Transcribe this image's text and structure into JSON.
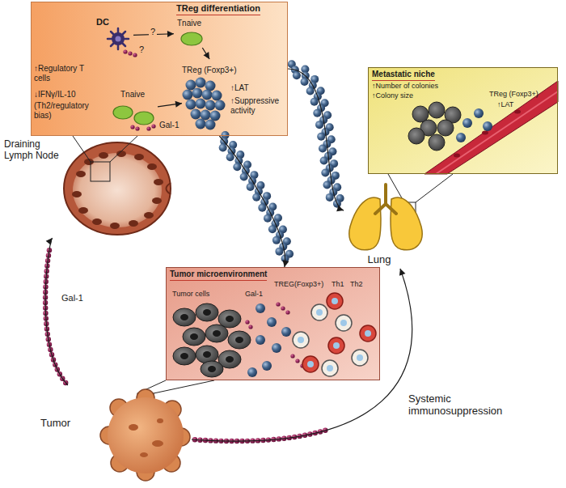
{
  "diagram": {
    "nodes": [
      {
        "text": [
          "TReg differentiation",
          "↑Regulatory T cells",
          "↓IFNγ/IL-10",
          "(Th2/regulatory bias)"
        ]
      },
      {
        "text": [
          "DC"
        ],
        "in": 0
      },
      {
        "text": [
          "Tnaive"
        ],
        "in": 0
      },
      {
        "text": [
          "TReg (Foxp3+)",
          "↑LAT",
          "↑Suppressive activity"
        ],
        "in": 0
      },
      {
        "text": [
          "Tnaive"
        ],
        "in": 0
      },
      {
        "text": [
          "Draining Lymph Node"
        ]
      },
      {
        "text": [
          "Lung"
        ]
      },
      {
        "text": [
          "Metastatic niche",
          "↑Number of colonies",
          "↑Colony size",
          "TReg (Foxp3+)",
          "↑LAT"
        ]
      },
      {
        "text": [
          "Tumor microenvironment",
          "TREG(Foxp3+)",
          "Th1",
          "Th2",
          "Tumor cells",
          "Gal-1"
        ]
      },
      {
        "text": [
          "Tumor"
        ]
      }
    ],
    "edges": [
      {
        "from": 1,
        "to": 2,
        "arrow": "to",
        "label": "?"
      },
      {
        "from": 2,
        "to": 3,
        "arrow": "to"
      },
      {
        "from": 4,
        "to": 3,
        "arrow": "to"
      },
      {
        "from": 9,
        "to": 5,
        "arrow": "to",
        "label": "Gal-1"
      },
      {
        "from": 0,
        "to": 6,
        "arrow": "to"
      },
      {
        "from": 0,
        "to": 8,
        "arrow": "to"
      },
      {
        "from": 9,
        "to": 6,
        "arrow": "to",
        "label": "Systemic immunosuppression"
      }
    ],
    "labels": [
      "?",
      "Gal-1"
    ]
  }
}
